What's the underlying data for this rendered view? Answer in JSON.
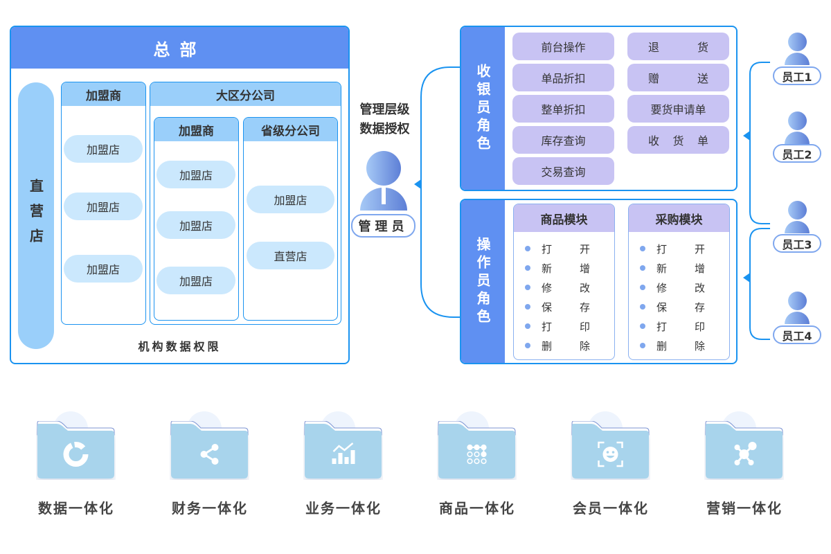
{
  "org": {
    "title": "总部",
    "direct_store": "直营店",
    "franchisee": {
      "header": "加盟商",
      "stores": [
        "加盟店",
        "加盟店",
        "加盟店"
      ]
    },
    "regional": {
      "header": "大区分公司",
      "franchisee": {
        "header": "加盟商",
        "stores": [
          "加盟店",
          "加盟店",
          "加盟店"
        ]
      },
      "provincial": {
        "header": "省级分公司",
        "stores": [
          "加盟店",
          "直营店"
        ]
      }
    },
    "caption": "机构数据权限"
  },
  "admin": {
    "title_line1": "管理层级",
    "title_line2": "数据授权",
    "label": "管理员"
  },
  "cashier_role": {
    "label": "收银员角色",
    "permissions_left": [
      "前台操作",
      "单品折扣",
      "整单折扣",
      "库存查询",
      "交易查询"
    ],
    "permissions_right": [
      {
        "parts": [
          "退",
          "货"
        ]
      },
      {
        "parts": [
          "赠",
          "送"
        ]
      },
      {
        "parts": [
          "要货申请单"
        ]
      },
      {
        "parts": [
          "收",
          "货",
          "单"
        ]
      }
    ]
  },
  "operator_role": {
    "label": "操作员角色",
    "modules": [
      {
        "header": "商品模块",
        "actions": [
          [
            "打",
            "开"
          ],
          [
            "新",
            "增"
          ],
          [
            "修",
            "改"
          ],
          [
            "保",
            "存"
          ],
          [
            "打",
            "印"
          ],
          [
            "删",
            "除"
          ]
        ]
      },
      {
        "header": "采购模块",
        "actions": [
          [
            "打",
            "开"
          ],
          [
            "新",
            "增"
          ],
          [
            "修",
            "改"
          ],
          [
            "保",
            "存"
          ],
          [
            "打",
            "印"
          ],
          [
            "删",
            "除"
          ]
        ]
      }
    ]
  },
  "employees": [
    "员工1",
    "员工2",
    "员工3",
    "员工4"
  ],
  "features": [
    {
      "label": "数据一体化",
      "icon": "pie-chart-icon"
    },
    {
      "label": "财务一体化",
      "icon": "share-icon"
    },
    {
      "label": "业务一体化",
      "icon": "bar-trend-icon"
    },
    {
      "label": "商品一体化",
      "icon": "dot-grid-icon"
    },
    {
      "label": "会员一体化",
      "icon": "face-scan-icon"
    },
    {
      "label": "营销一体化",
      "icon": "network-icon"
    }
  ],
  "colors": {
    "primary_blue": "#5f90f2",
    "line_blue": "#1a93f0",
    "light_blue": "#9acffa",
    "pale_blue": "#cbe8fd",
    "lavender": "#c8c3f3",
    "folder_blue": "#a8d4ec"
  }
}
